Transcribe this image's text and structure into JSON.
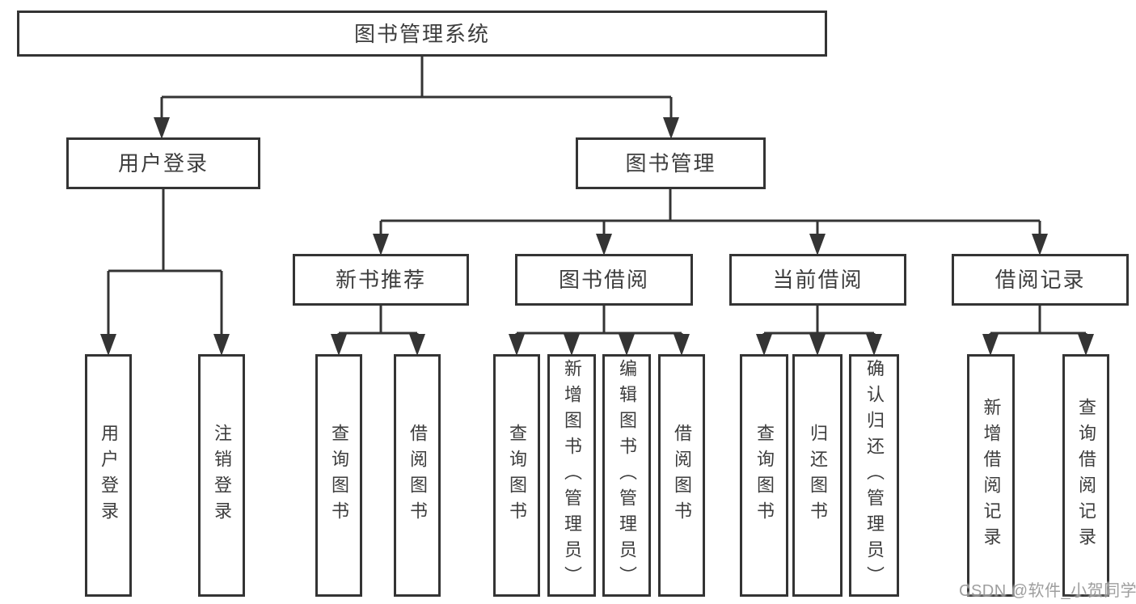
{
  "diagram": {
    "root": {
      "label": "图书管理系统"
    },
    "branches": [
      {
        "label": "用户登录",
        "children": [
          {
            "label": "用户登录"
          },
          {
            "label": "注销登录"
          }
        ]
      },
      {
        "label": "图书管理",
        "groups": [
          {
            "label": "新书推荐",
            "children": [
              {
                "label": "查询图书"
              },
              {
                "label": "借阅图书"
              }
            ]
          },
          {
            "label": "图书借阅",
            "children": [
              {
                "label": "查询图书"
              },
              {
                "label": "新增图书（管理员）"
              },
              {
                "label": "编辑图书（管理员）"
              },
              {
                "label": "借阅图书"
              }
            ]
          },
          {
            "label": "当前借阅",
            "children": [
              {
                "label": "查询图书"
              },
              {
                "label": "归还图书"
              },
              {
                "label": "确认归还（管理员）"
              }
            ]
          },
          {
            "label": "借阅记录",
            "children": [
              {
                "label": "新增借阅记录"
              },
              {
                "label": "查询借阅记录"
              }
            ]
          }
        ]
      }
    ]
  },
  "watermark": {
    "text": "CSDN @软件_小贺同学"
  },
  "colors": {
    "line": "#343434",
    "box_border": "#343434",
    "box_background": "#ffffff",
    "label_text": "#3d3d3d",
    "watermark_text": "#969696",
    "page_background": "#ffffff"
  }
}
